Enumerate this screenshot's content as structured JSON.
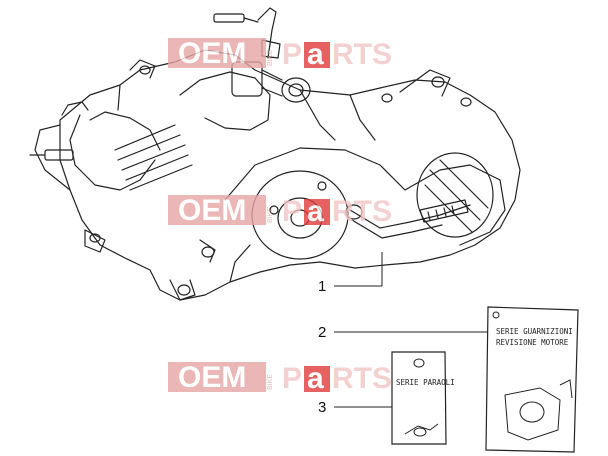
{
  "callouts": [
    {
      "number": "1"
    },
    {
      "number": "2"
    },
    {
      "number": "3"
    }
  ],
  "gasket_kit_card": {
    "line1": "SERIE GUARNIZIONI",
    "line2": "REVISIONE MOTORE"
  },
  "parts_kit_card": {
    "line1": "SERIE PARAOLI"
  },
  "watermark": {
    "oem": "OEM",
    "bike": "BIKE",
    "parts_p": "P",
    "parts_a": "a",
    "parts_rts": "RTS"
  },
  "colors": {
    "line": "#222222",
    "watermark_box": "#e7a4a4",
    "watermark_accent": "#e03c3c",
    "watermark_light": "#f2c6c6"
  }
}
